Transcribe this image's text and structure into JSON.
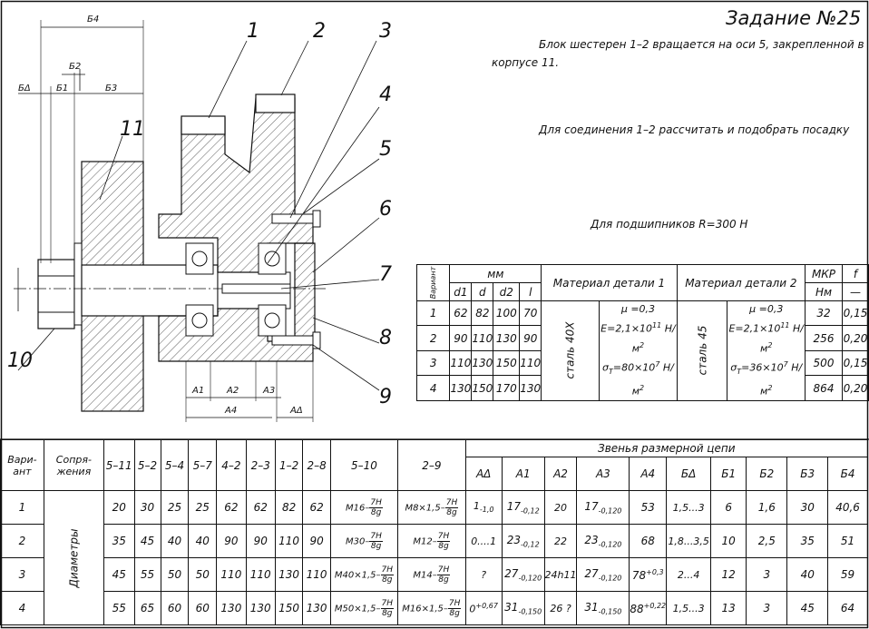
{
  "header": {
    "title": "Задание №25"
  },
  "description": {
    "line1": "Блок шестерен 1–2 вращается на оси 5, закрепленной в",
    "line2": "корпусе 11.",
    "task": "Для соединения 1–2 рассчитать и подобрать посадку",
    "bearings": "Для подшипников R=300 Н"
  },
  "drawing": {
    "callouts": [
      "1",
      "2",
      "3",
      "4",
      "5",
      "6",
      "7",
      "8",
      "9",
      "10",
      "11"
    ],
    "dims": {
      "b4": "Б4",
      "b2": "Б2",
      "bd": "БΔ",
      "b1": "Б1",
      "b3": "Б3",
      "a1": "А1",
      "a2": "А2",
      "a3": "А3",
      "a4": "А4",
      "ad": "АΔ"
    }
  },
  "params_table": {
    "variant_label": "Вариант",
    "mm": "мм",
    "cols": [
      "d1",
      "d",
      "d2",
      "l"
    ],
    "mat1": "Материал детали 1",
    "mat2": "Материал детали 2",
    "mkp": "MКР",
    "nm": "Нм",
    "f": "f",
    "dash": "—",
    "steel1": "сталь 40Х",
    "steel2": "сталь 45",
    "mu": "μ =0,3",
    "e_text": "Е=2,1×10",
    "e_exp": "11",
    "unit": " Н/м",
    "unit_exp": "2",
    "sig": "σ",
    "sig_sub": "Т",
    "sig1_text": "=80×10",
    "sig2_text": "=36×10",
    "sig_exp": "7",
    "rows": [
      {
        "v": "1",
        "d1": "62",
        "d": "82",
        "d2": "100",
        "l": "70",
        "mkp": "32",
        "f": "0,15"
      },
      {
        "v": "2",
        "d1": "90",
        "d": "110",
        "d2": "130",
        "l": "90",
        "mkp": "256",
        "f": "0,20"
      },
      {
        "v": "3",
        "d1": "110",
        "d": "130",
        "d2": "150",
        "l": "110",
        "mkp": "500",
        "f": "0,15"
      },
      {
        "v": "4",
        "d1": "130",
        "d": "150",
        "d2": "170",
        "l": "130",
        "mkp": "864",
        "f": "0,20"
      }
    ]
  },
  "main_table": {
    "h_variant": "Вари- ант",
    "h_mates": "Сопря- жения",
    "mates_vertical": "Диаметры",
    "mate_cols": [
      "5–11",
      "5–2",
      "5–4",
      "5–7",
      "4–2",
      "2–3",
      "1–2",
      "2–8",
      "5–10",
      "2–9"
    ],
    "chain_header": "Звенья размерной цепи",
    "chain_cols": [
      "АΔ",
      "А1",
      "А2",
      "А3",
      "А4",
      "БΔ",
      "Б1",
      "Б2",
      "Б3",
      "Б4"
    ],
    "rows": [
      {
        "v": "1",
        "m": [
          "20",
          "30",
          "25",
          "25",
          "62",
          "62",
          "82",
          "62"
        ],
        "t510": {
          "base": "М16–",
          "n": "7Н",
          "d": "8g"
        },
        "t29": {
          "base": "М8×1,5–",
          "n": "7Н",
          "d": "8g"
        },
        "ad": {
          "b": "1",
          "sub": "-1,0"
        },
        "a1": {
          "b": "17",
          "sub": "-0,12"
        },
        "a2": "20",
        "a3": {
          "b": "17",
          "sub": "-0,120"
        },
        "a4": {
          "b": "53"
        },
        "bd": "1,5...3",
        "b1": "6",
        "b2": "1,6",
        "b3": "30",
        "b4": "40,6"
      },
      {
        "v": "2",
        "m": [
          "35",
          "45",
          "40",
          "40",
          "90",
          "90",
          "110",
          "90"
        ],
        "t510": {
          "base": "М30–",
          "n": "7Н",
          "d": "8g"
        },
        "t29": {
          "base": "М12–",
          "n": "7Н",
          "d": "8g"
        },
        "ad": {
          "b": "0....1"
        },
        "a1": {
          "b": "23",
          "sub": "-0,12"
        },
        "a2": "22",
        "a3": {
          "b": "23",
          "sub": "-0,120"
        },
        "a4": {
          "b": "68"
        },
        "bd": "1,8...3,5",
        "b1": "10",
        "b2": "2,5",
        "b3": "35",
        "b4": "51"
      },
      {
        "v": "3",
        "m": [
          "45",
          "55",
          "50",
          "50",
          "110",
          "110",
          "130",
          "110"
        ],
        "t510": {
          "base": "М40×1,5–",
          "n": "7Н",
          "d": "8g"
        },
        "t29": {
          "base": "М14–",
          "n": "7Н",
          "d": "8g"
        },
        "ad": {
          "b": "?"
        },
        "a1": {
          "b": "27",
          "sub": "-0,120"
        },
        "a2": "24h11",
        "a3": {
          "b": "27",
          "sub": "-0,120"
        },
        "a4": {
          "b": "78",
          "sup": "+0,3"
        },
        "bd": "2...4",
        "b1": "12",
        "b2": "3",
        "b3": "40",
        "b4": "59"
      },
      {
        "v": "4",
        "m": [
          "55",
          "65",
          "60",
          "60",
          "130",
          "130",
          "150",
          "130"
        ],
        "t510": {
          "base": "М50×1,5–",
          "n": "7Н",
          "d": "8g"
        },
        "t29": {
          "base": "М16×1,5–",
          "n": "7Н",
          "d": "8g"
        },
        "ad": {
          "b": "0",
          "sup": "+0,67"
        },
        "a1": {
          "b": "31",
          "sub": "-0,150"
        },
        "a2": "26 ?",
        "a3": {
          "b": "31",
          "sub": "-0,150"
        },
        "a4": {
          "b": "88",
          "sup": "+0,22"
        },
        "bd": "1,5...3",
        "b1": "13",
        "b2": "3",
        "b3": "45",
        "b4": "64"
      }
    ]
  }
}
